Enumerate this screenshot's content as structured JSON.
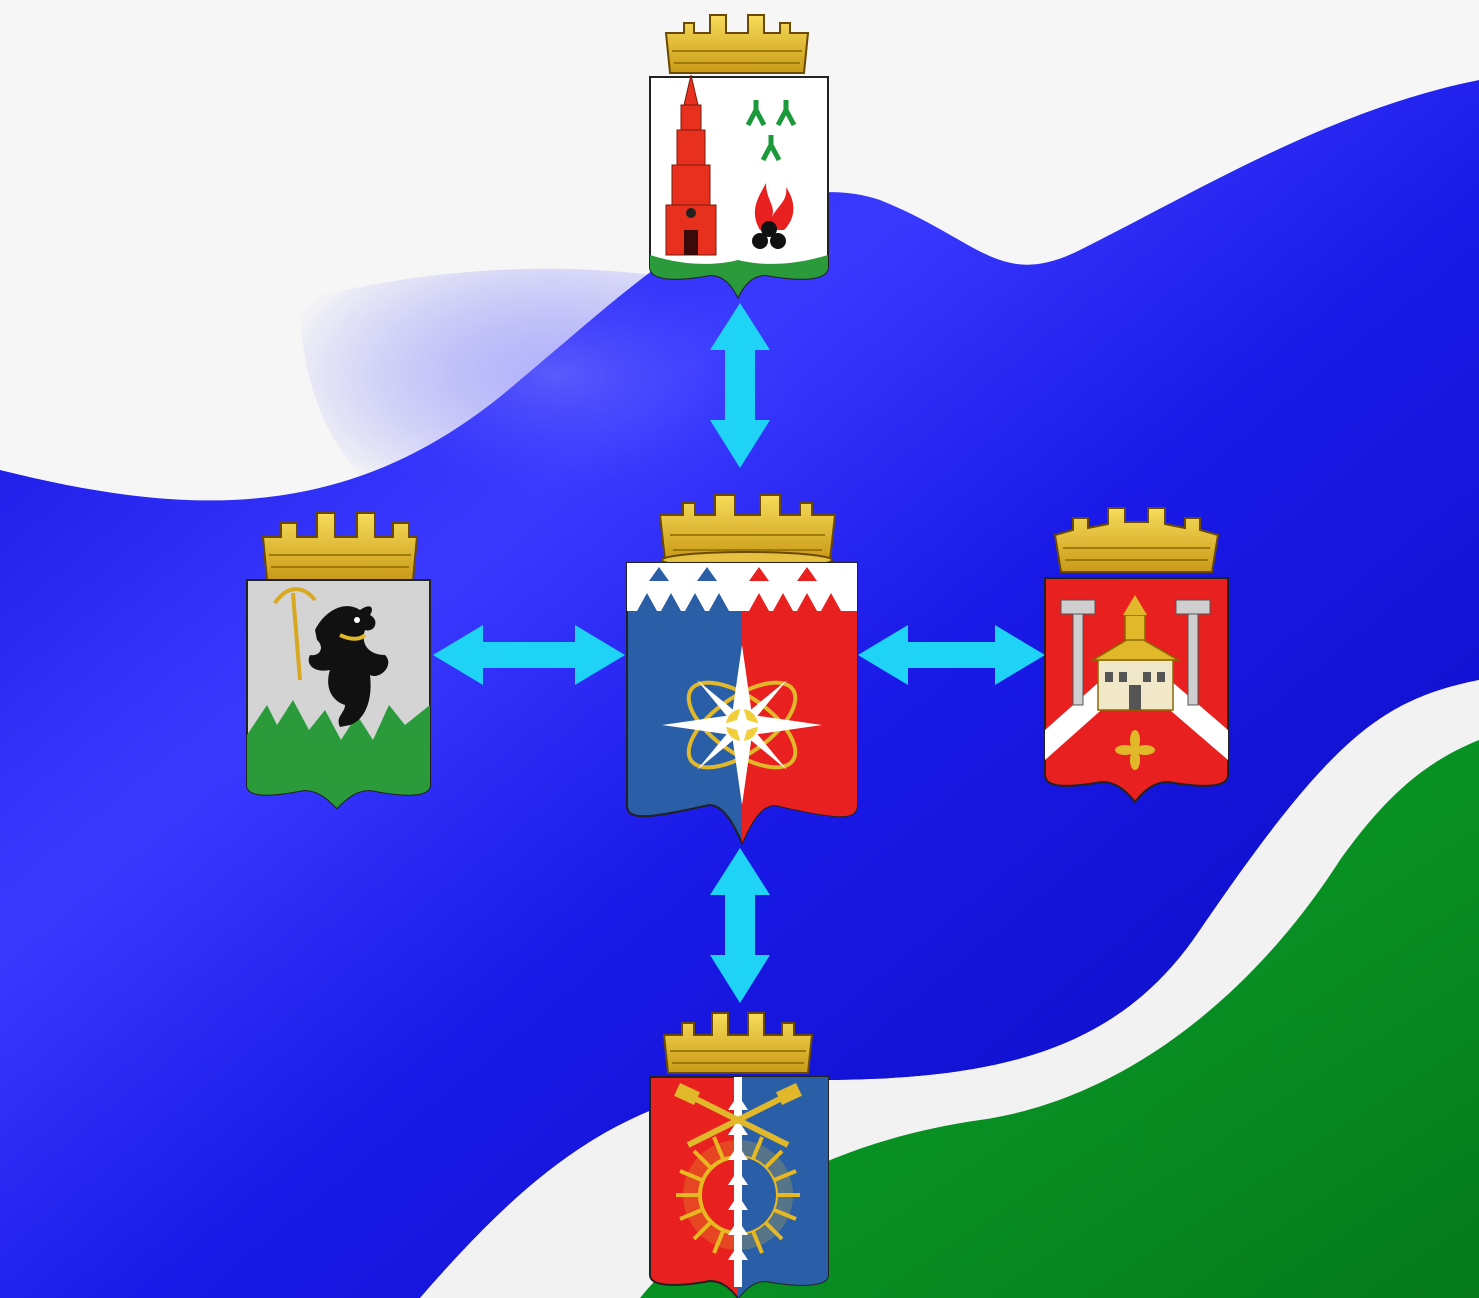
{
  "scene": {
    "description_kind": "flag-background-with-coats-of-arms",
    "flag_colors": {
      "white": "#ffffff",
      "blue": "#1f1ff0",
      "green": "#0a9a2a"
    },
    "arrow_color": "#1fd0f5"
  },
  "emblems": [
    {
      "id": "center",
      "icon": "coat-of-arms-compass-star",
      "colors": [
        "#2a5fa8",
        "#e8201f",
        "#ffffff",
        "#e0b82a"
      ]
    },
    {
      "id": "top",
      "icon": "coat-of-arms-bell-tower-and-fire",
      "colors": [
        "#ffffff",
        "#e8201f",
        "#1a9a3a",
        "#e0b82a"
      ]
    },
    {
      "id": "left",
      "icon": "coat-of-arms-bear-with-pickaxe",
      "colors": [
        "#d8d8d8",
        "#111111",
        "#1a9a3a",
        "#e0b82a"
      ]
    },
    {
      "id": "right",
      "icon": "coat-of-arms-building-and-hammers",
      "colors": [
        "#e8201f",
        "#ffffff",
        "#e0b82a"
      ]
    },
    {
      "id": "bottom",
      "icon": "coat-of-arms-sun-and-hammers",
      "colors": [
        "#e8201f",
        "#2a5fa8",
        "#e0b82a",
        "#ffffff"
      ]
    }
  ]
}
